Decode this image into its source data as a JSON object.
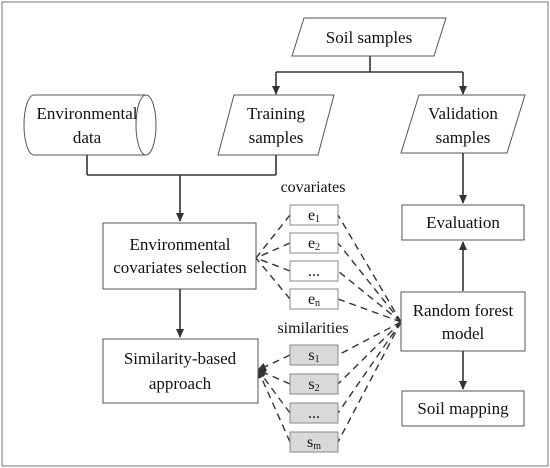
{
  "nodes": {
    "soil_samples": "Soil samples",
    "environmental_data": [
      "Environmental",
      "data"
    ],
    "training_samples": [
      "Training",
      "samples"
    ],
    "validation_samples": [
      "Validation",
      "samples"
    ],
    "env_covariates_selection": [
      "Environmental",
      "covariates selection"
    ],
    "similarity_approach": [
      "Similarity-based",
      "approach"
    ],
    "evaluation": "Evaluation",
    "random_forest": [
      "Random forest",
      "model"
    ],
    "soil_mapping": "Soil mapping"
  },
  "groups": {
    "covariates": {
      "label": "covariates",
      "items": [
        {
          "base": "e",
          "sub": "1"
        },
        {
          "base": "e",
          "sub": "2"
        },
        {
          "base": "...",
          "sub": ""
        },
        {
          "base": "e",
          "sub": "n"
        }
      ]
    },
    "similarities": {
      "label": "similarities",
      "items": [
        {
          "base": "s",
          "sub": "1"
        },
        {
          "base": "s",
          "sub": "2"
        },
        {
          "base": "...",
          "sub": ""
        },
        {
          "base": "s",
          "sub": "m"
        }
      ]
    }
  },
  "colors": {
    "covariate_fill": "#ffffff",
    "similarity_fill": "#d9d9d9",
    "stroke": "#555555"
  }
}
